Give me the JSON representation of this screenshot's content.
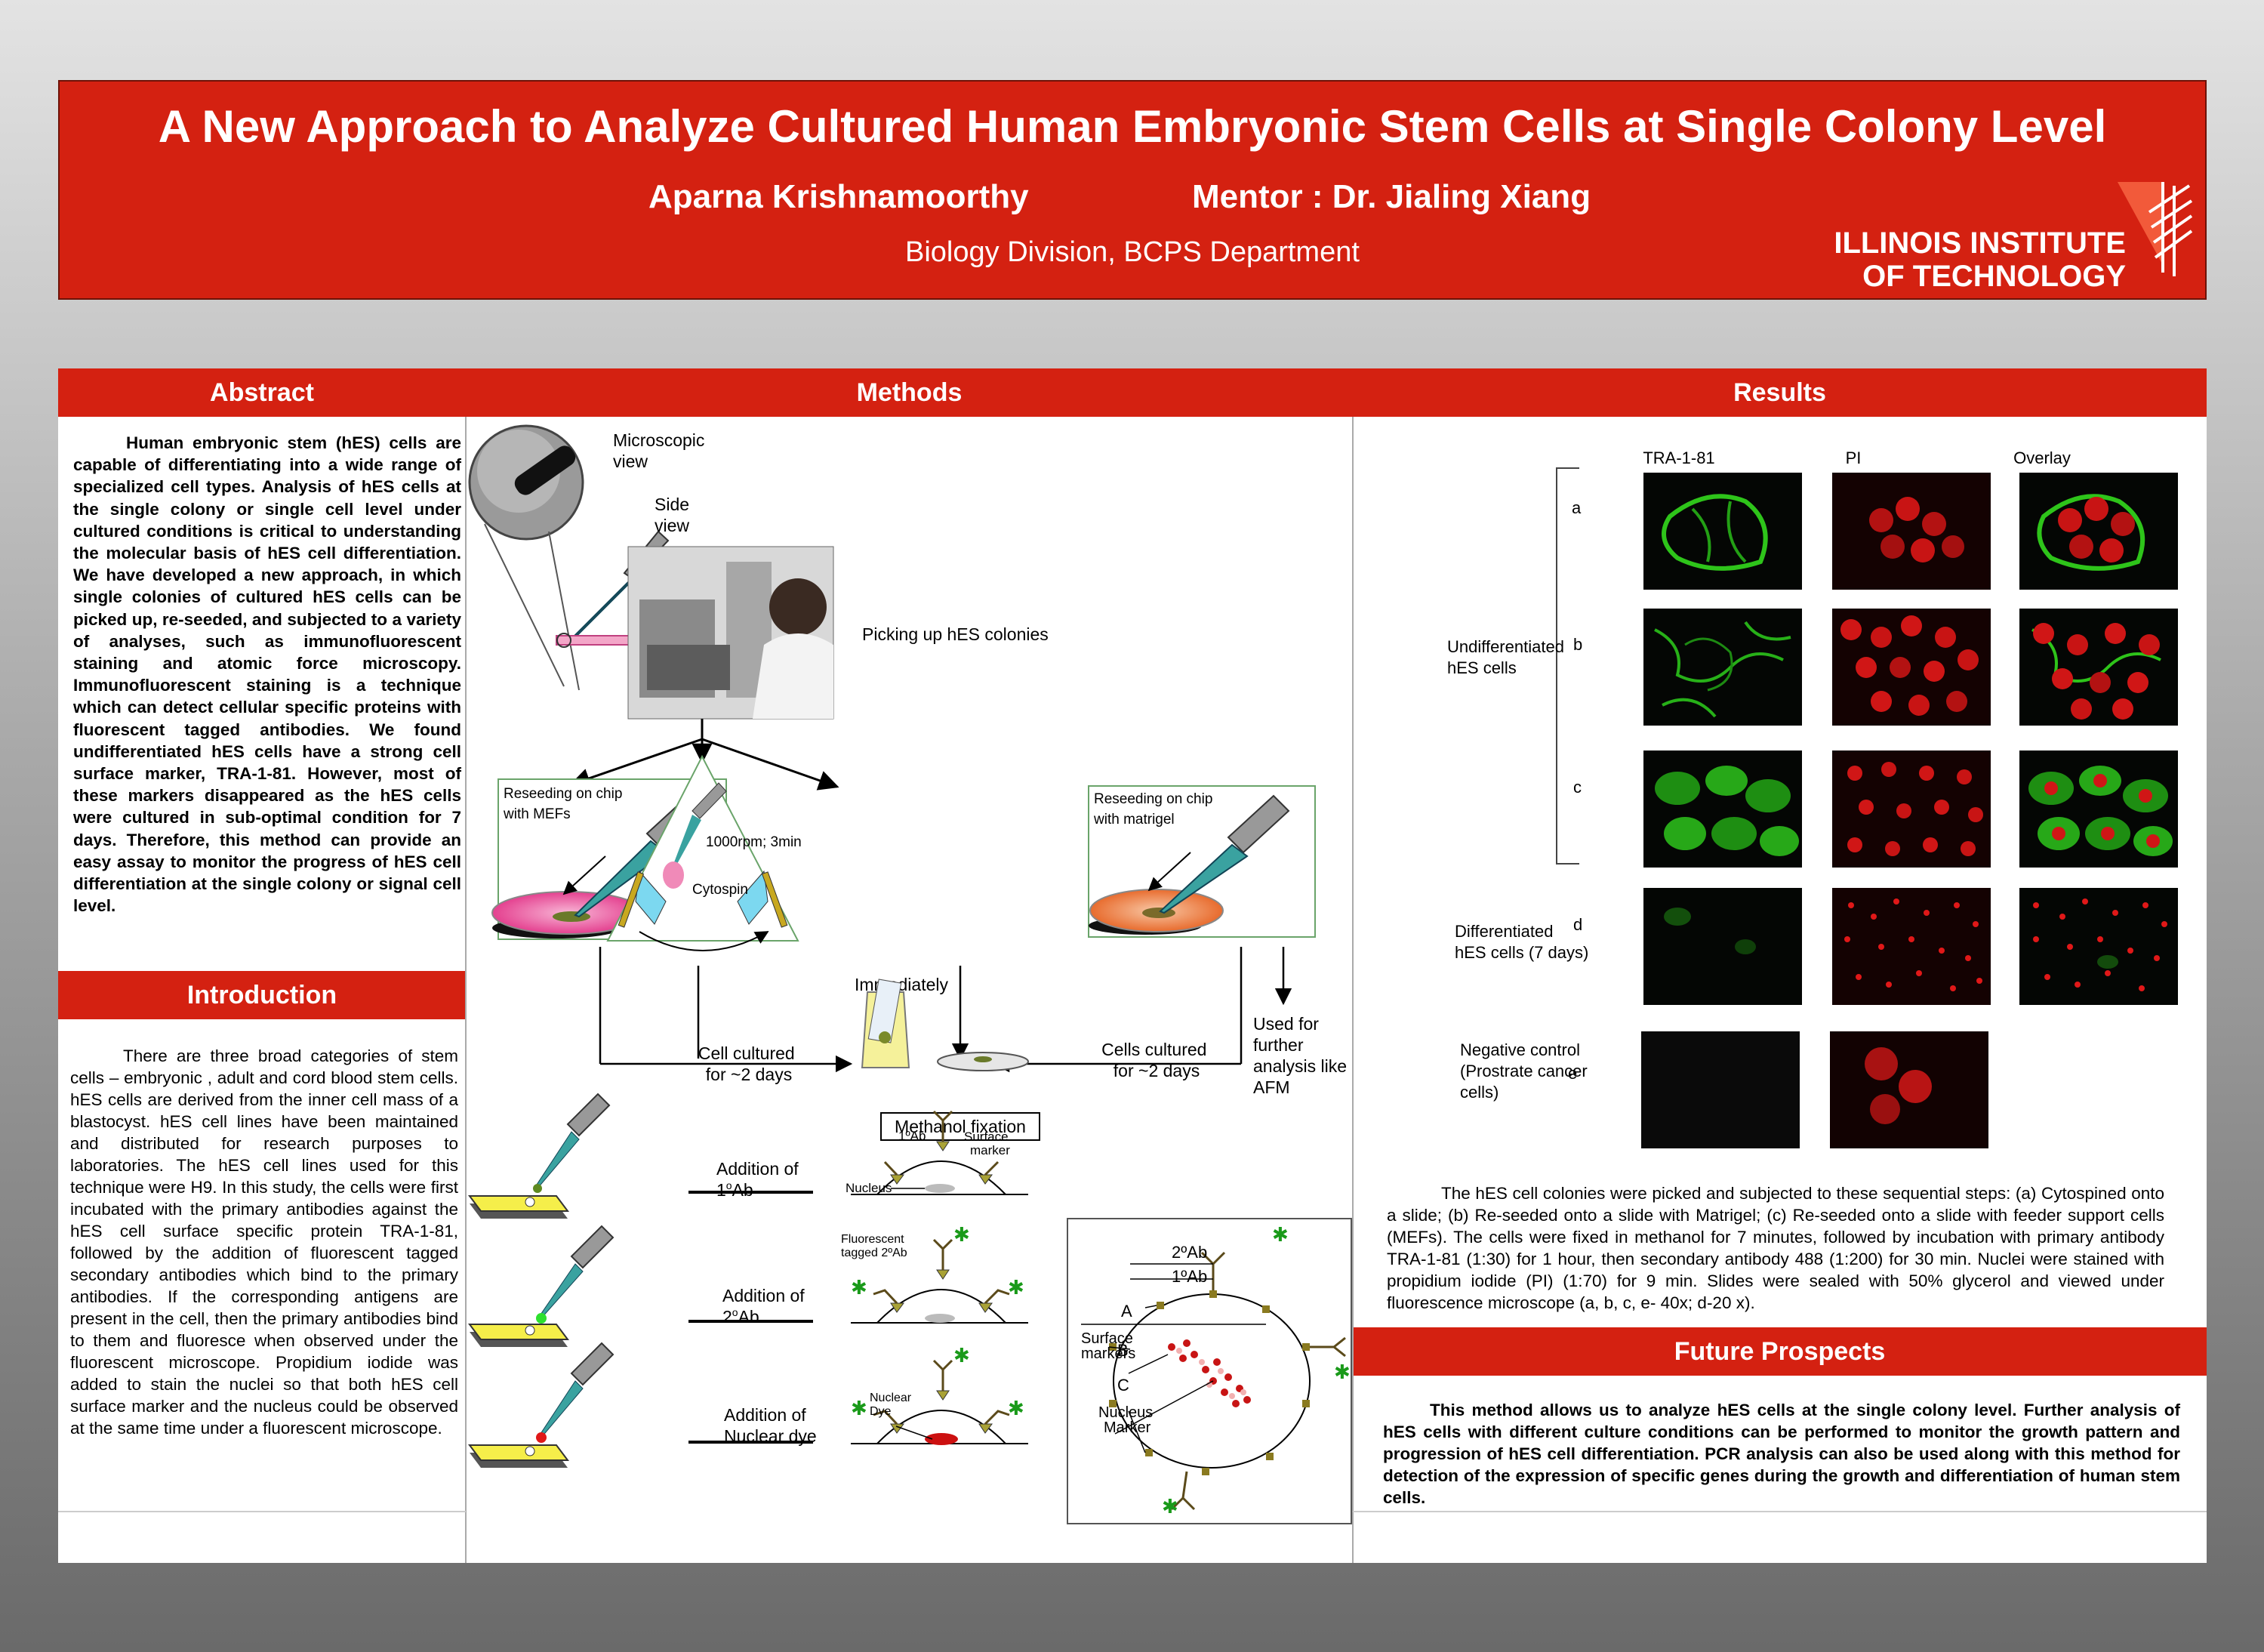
{
  "header": {
    "title": "A New Approach to Analyze Cultured Human Embryonic Stem Cells at Single Colony Level",
    "author": "Aparna Krishnamoorthy",
    "mentor": "Mentor : Dr. Jialing Xiang",
    "affiliation": "Biology Division, BCPS Department",
    "institution_line1": "ILLINOIS INSTITUTE",
    "institution_line2": "OF TECHNOLOGY"
  },
  "sections": {
    "abstract": "Abstract",
    "methods": "Methods",
    "results": "Results",
    "introduction": "Introduction",
    "future": "Future Prospects"
  },
  "abstract_text": "Human embryonic stem (hES) cells are capable of differentiating into a wide range of specialized cell types. Analysis of hES cells at the single colony or single cell level under cultured conditions is critical to understanding the molecular basis of hES cell differentiation. We have developed a new approach, in which single colonies of cultured hES cells can be picked up, re-seeded, and subjected to a variety of analyses, such as immunofluorescent staining and atomic force microscopy. Immunofluorescent staining is a technique which can detect cellular specific proteins with fluorescent tagged antibodies. We found undifferentiated hES cells have a strong cell surface marker, TRA-1-81. However, most of these markers disappeared as the hES cells were cultured in sub-optimal condition for 7 days. Therefore, this method can provide an easy assay to monitor the progress of hES cell differentiation at the single colony or signal cell level.",
  "intro_text": "There are three broad categories of stem cells – embryonic , adult and cord blood stem cells. hES cells are derived from the inner cell mass of a blastocyst. hES cell lines have been maintained and distributed for research purposes to laboratories. The hES cell lines used for this technique were H9. In this study, the cells were first incubated with the primary antibodies against the hES cell surface specific protein TRA-1-81, followed by the addition of fluorescent tagged secondary antibodies which bind to the primary antibodies. If the corresponding antigens are present in the cell, then the primary antibodies bind to them and fluoresce when observed under the fluorescent microscope. Propidium iodide was added to stain the nuclei so that both hES cell surface marker and the nucleus could be observed at the same time under a fluorescent microscope.",
  "methods": {
    "microscopic_view": [
      "Microscopic",
      "view"
    ],
    "side_view": [
      "Side",
      "view"
    ],
    "picking": "Picking up hES colonies",
    "reseed_mef": [
      "Reseeding on chip",
      "with MEFs"
    ],
    "reseed_matrigel": [
      "Reseeding on chip",
      "with matrigel"
    ],
    "cytospin_speed": "1000rpm; 3min",
    "cytospin": "Cytospin",
    "immediately": "Immediately",
    "further": [
      "Used for",
      "further",
      "analysis like",
      "AFM"
    ],
    "cultured_left": [
      "Cell cultured",
      "for ~2 days"
    ],
    "cultured_right": [
      "Cells cultured",
      "for ~2 days"
    ],
    "methanol": "Methanol fixation",
    "add1": [
      "Addition of",
      "1",
      "o",
      "Ab"
    ],
    "add2": [
      "Addition of",
      "2",
      "o",
      "Ab"
    ],
    "add3": [
      "Addition of",
      "Nuclear dye"
    ],
    "ab1_small": "1ºAb",
    "surface_marker": [
      "Surface",
      "marker"
    ],
    "nucleus": "Nucleus",
    "fluor_tagged": [
      "Fluorescent",
      "tagged 2ºAb"
    ],
    "nuclear_dye": [
      "Nuclear",
      "Dye"
    ],
    "ab2_label": "2ºAb",
    "ab1_label": "1ºAb",
    "letter_a": "A",
    "letter_b": "B",
    "letter_c": "C",
    "surface_markers": [
      "Surface",
      "markers"
    ],
    "nucleus_marker": [
      "Nucleus",
      "Marker"
    ]
  },
  "results": {
    "col_headers": [
      "TRA-1-81",
      "PI",
      "Overlay"
    ],
    "row_letters": [
      "a",
      "b",
      "c",
      "d",
      "e"
    ],
    "group_undiff": [
      "Undifferentiated",
      "hES cells"
    ],
    "group_diff": [
      "Differentiated",
      "hES cells (7 days)"
    ],
    "group_neg": [
      "Negative control",
      "(Prostrate cancer",
      "cells)"
    ],
    "description": "The hES cell colonies were picked and subjected to these sequential steps: (a) Cytospined onto a slide; (b) Re-seeded onto a slide with Matrigel; (c) Re-seeded onto a slide with feeder support cells (MEFs). The cells were fixed in methanol for 7 minutes, followed by incubation with primary antibody TRA-1-81 (1:30) for 1 hour, then secondary antibody 488 (1:200) for 30 min. Nuclei were stained with propidium iodide (PI) (1:70) for 9 min. Slides were sealed with 50% glycerol and viewed under fluorescence microscope (a, b, c, e- 40x; d-20 x)."
  },
  "future_text": "This method allows us to analyze hES cells at the single colony level. Further analysis of hES cells with different culture conditions can be performed to monitor the growth pattern and progression of hES cell differentiation. PCR analysis can also be used along with this method for detection of the expression of specific genes during the growth and differentiation of human stem cells.",
  "colors": {
    "accent": "#d42111",
    "tra_green": "#2ec41a",
    "pi_red": "#e01818"
  }
}
